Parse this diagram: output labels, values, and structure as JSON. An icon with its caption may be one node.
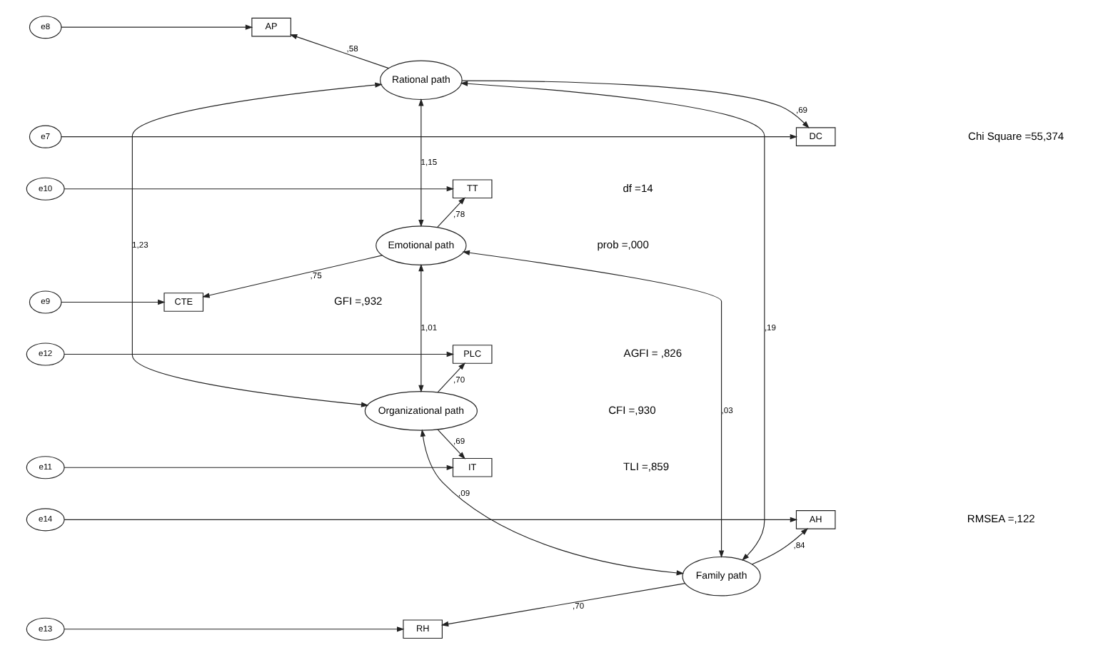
{
  "diagram": {
    "nodes": [
      {
        "text": [
          "e8"
        ]
      },
      {
        "text": [
          "AP"
        ]
      },
      {
        "text": [
          "Rational path"
        ]
      },
      {
        "text": [
          "e7"
        ]
      },
      {
        "text": [
          "DC"
        ]
      },
      {
        "text": [
          "e10"
        ]
      },
      {
        "text": [
          "TT"
        ]
      },
      {
        "text": [
          "Emotional path"
        ]
      },
      {
        "text": [
          "e9"
        ]
      },
      {
        "text": [
          "CTE"
        ]
      },
      {
        "text": [
          "e12"
        ]
      },
      {
        "text": [
          "PLC"
        ]
      },
      {
        "text": [
          "Organizational path"
        ]
      },
      {
        "text": [
          "e11"
        ]
      },
      {
        "text": [
          "IT"
        ]
      },
      {
        "text": [
          "e14"
        ]
      },
      {
        "text": [
          "AH"
        ]
      },
      {
        "text": [
          "Family path"
        ]
      },
      {
        "text": [
          "e13"
        ]
      },
      {
        "text": [
          "RH"
        ]
      }
    ],
    "edges": [
      {
        "from": 0,
        "to": 1,
        "arrow": "to"
      },
      {
        "from": 3,
        "to": 4,
        "arrow": "to"
      },
      {
        "from": 5,
        "to": 6,
        "arrow": "to"
      },
      {
        "from": 8,
        "to": 9,
        "arrow": "to"
      },
      {
        "from": 10,
        "to": 11,
        "arrow": "to"
      },
      {
        "from": 13,
        "to": 14,
        "arrow": "to"
      },
      {
        "from": 15,
        "to": 16,
        "arrow": "to"
      },
      {
        "from": 18,
        "to": 19,
        "arrow": "to"
      },
      {
        "from": 2,
        "to": 1,
        "arrow": "to",
        "label": ",58"
      },
      {
        "from": 2,
        "to": 4,
        "arrow": "to",
        "label": ",69"
      },
      {
        "from": 7,
        "to": 6,
        "arrow": "to",
        "label": ",78"
      },
      {
        "from": 7,
        "to": 9,
        "arrow": "to",
        "label": ",75"
      },
      {
        "from": 12,
        "to": 11,
        "arrow": "to",
        "label": ",70"
      },
      {
        "from": 12,
        "to": 14,
        "arrow": "to",
        "label": ",69"
      },
      {
        "from": 17,
        "to": 16,
        "arrow": "to",
        "label": ",84"
      },
      {
        "from": 17,
        "to": 19,
        "arrow": "to",
        "label": ",70"
      },
      {
        "from": 2,
        "to": 7,
        "arrow": "both",
        "label": "1,15"
      },
      {
        "from": 2,
        "to": 12,
        "arrow": "both",
        "label": "1,23"
      },
      {
        "from": 2,
        "to": 17,
        "arrow": "both",
        "label": ",19"
      },
      {
        "from": 7,
        "to": 12,
        "arrow": "both",
        "label": "1,01"
      },
      {
        "from": 7,
        "to": 17,
        "arrow": "both",
        "label": ",03"
      },
      {
        "from": 12,
        "to": 17,
        "arrow": "both",
        "label": ",09"
      }
    ],
    "labels": [
      "Chi Square =55,374",
      "df =14",
      "prob =,000",
      "GFI =,932",
      "AGFI = ,826",
      "CFI =,930",
      "TLI =,859",
      "RMSEA =,122"
    ]
  }
}
